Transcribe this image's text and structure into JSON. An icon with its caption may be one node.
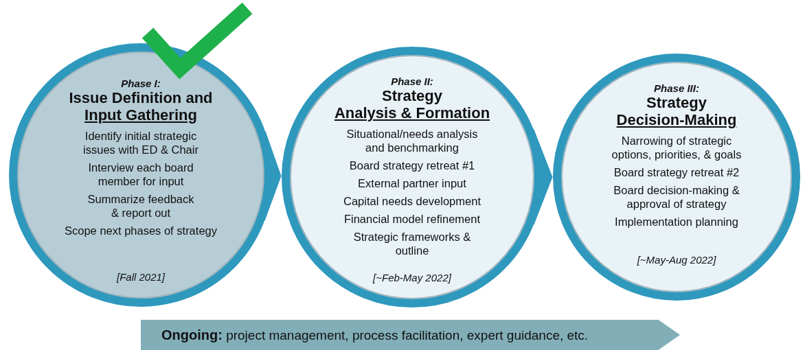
{
  "diagram": {
    "nodes": [
      {
        "text": [
          "Phase I:",
          "Issue Definition and",
          "Input Gathering",
          "Identify initial strategic issues with ED & Chair",
          "Interview each board member for input",
          "Summarize feedback & report out",
          "Scope next phases of strategy",
          "[Fall 2021]"
        ]
      },
      {
        "text": [
          "Phase II:",
          "Strategy",
          "Analysis & Formation",
          "Situational/needs analysis and benchmarking",
          "Board strategy retreat #1",
          "External partner input",
          "Capital needs development",
          "Financial model refinement",
          "Strategic frameworks & outline",
          "[~Feb-May 2022]"
        ]
      },
      {
        "text": [
          "Phase III:",
          "Strategy",
          "Decision-Making",
          "Narrowing of strategic options, priorities, & goals",
          "Board strategy retreat #2",
          "Board decision-making & approval of strategy",
          "Implementation planning",
          "[~May-Aug 2022]"
        ]
      },
      {
        "text": [
          "**Ongoing:** project management, process facilitation, expert guidance, etc."
        ]
      }
    ],
    "edges": [
      {
        "from": 0,
        "to": 1,
        "arrow": "to"
      },
      {
        "from": 1,
        "to": 2,
        "arrow": "to"
      }
    ]
  }
}
